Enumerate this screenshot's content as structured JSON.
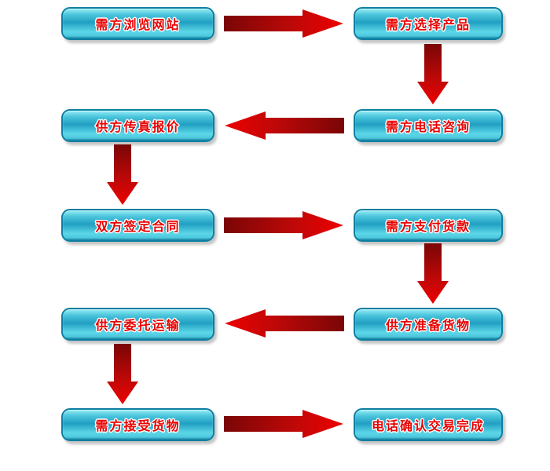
{
  "diagram": {
    "type": "flowchart",
    "colors": {
      "background": "#ffffff",
      "box_border": "#0d7fa2",
      "box_grad_top": "#96edf5",
      "box_grad_upper": "#4cc6dc",
      "box_grad_mid": "#219fc2",
      "box_grad_lower": "#5cd7e8",
      "box_grad_bottom": "#157f9f",
      "label_text": "#ea0000",
      "label_outline": "#ffffff",
      "arrow_dark": "#7a0606",
      "arrow_mid": "#c00808",
      "arrow_bright": "#ee0000"
    },
    "nodes": [
      {
        "id": "browse-website",
        "label": "需方浏览网站",
        "column": "left",
        "row": 1
      },
      {
        "id": "select-product",
        "label": "需方选择产品",
        "column": "right",
        "row": 1
      },
      {
        "id": "fax-quotation",
        "label": "供方传真报价",
        "column": "left",
        "row": 2
      },
      {
        "id": "phone-inquiry",
        "label": "需方电话咨询",
        "column": "right",
        "row": 2
      },
      {
        "id": "sign-contract",
        "label": "双方签定合同",
        "column": "left",
        "row": 3
      },
      {
        "id": "pay-for-goods",
        "label": "需方支付货款",
        "column": "right",
        "row": 3
      },
      {
        "id": "entrust-shipping",
        "label": "供方委托运输",
        "column": "left",
        "row": 4
      },
      {
        "id": "prepare-goods",
        "label": "供方准备货物",
        "column": "right",
        "row": 4
      },
      {
        "id": "receive-goods",
        "label": "需方接受货物",
        "column": "left",
        "row": 5
      },
      {
        "id": "confirm-complete",
        "label": "电话确认交易完成",
        "column": "right",
        "row": 5
      }
    ],
    "arrows": [
      {
        "from": "browse-website",
        "to": "select-product",
        "direction": "right"
      },
      {
        "from": "select-product",
        "to": "phone-inquiry",
        "direction": "down"
      },
      {
        "from": "phone-inquiry",
        "to": "fax-quotation",
        "direction": "left"
      },
      {
        "from": "fax-quotation",
        "to": "sign-contract",
        "direction": "down"
      },
      {
        "from": "sign-contract",
        "to": "pay-for-goods",
        "direction": "right"
      },
      {
        "from": "pay-for-goods",
        "to": "prepare-goods",
        "direction": "down"
      },
      {
        "from": "prepare-goods",
        "to": "entrust-shipping",
        "direction": "left"
      },
      {
        "from": "entrust-shipping",
        "to": "receive-goods",
        "direction": "down"
      },
      {
        "from": "receive-goods",
        "to": "confirm-complete",
        "direction": "right"
      }
    ]
  }
}
